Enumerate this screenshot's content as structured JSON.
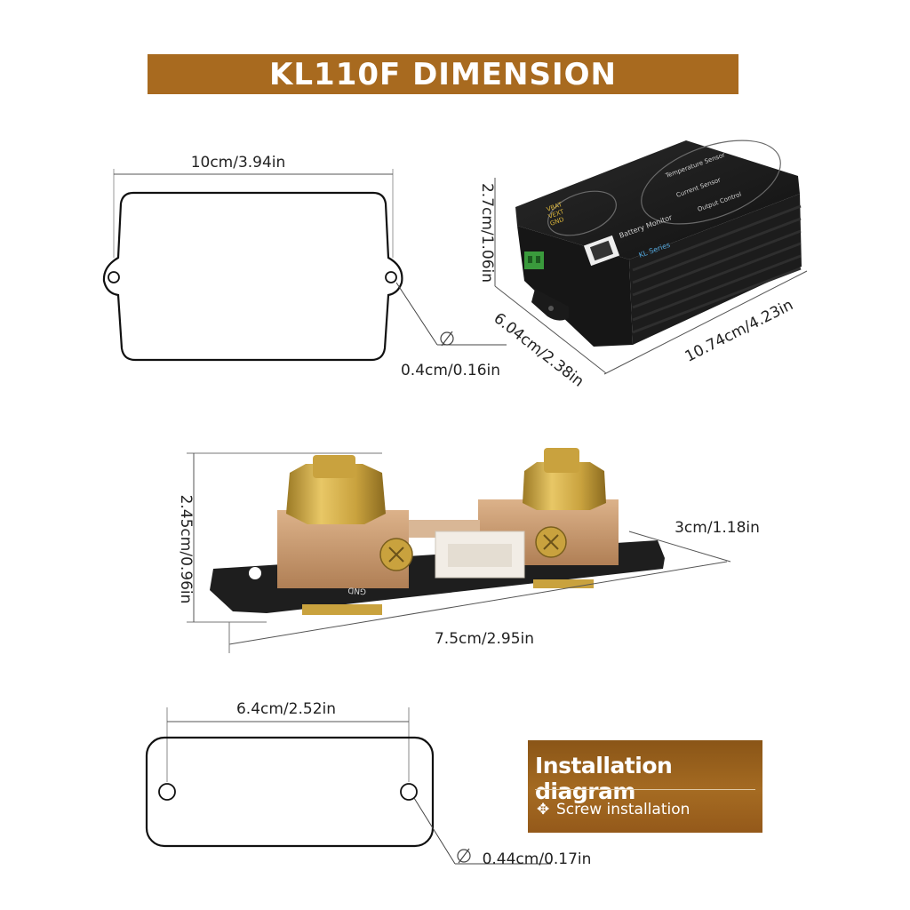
{
  "title": "KL110F DIMENSION",
  "monitor": {
    "width_label": "10cm/3.94in",
    "hole_label": "0.4cm/0.16in",
    "height_label": "2.7cm/1.06in",
    "depth_label": "6.04cm/2.38in",
    "length_label": "10.74cm/4.23in",
    "device_text": {
      "brand": "Battery Monitor",
      "series": "KL Series",
      "left_pins": [
        "VBAT",
        "VEXT",
        "GND"
      ],
      "right_labels": [
        "Temperature Sensor",
        "Current Sensor",
        "Output Control"
      ]
    }
  },
  "shunt": {
    "height_label": "2.45cm/0.96in",
    "width_label": "3cm/1.18in",
    "length_label": "7.5cm/2.95in",
    "board_text": "GND"
  },
  "bracket": {
    "spacing_label": "6.4cm/2.52in",
    "hole_label": "0.44cm/0.17in"
  },
  "installation": {
    "title": "Installation diagram",
    "subtitle": "Screw installation",
    "icon": "move-arrows-icon"
  },
  "colors": {
    "banner": "#a86a1f",
    "device_body": "#1b1b1b",
    "brass": "#c9a23e",
    "copper": "#c8976a"
  }
}
